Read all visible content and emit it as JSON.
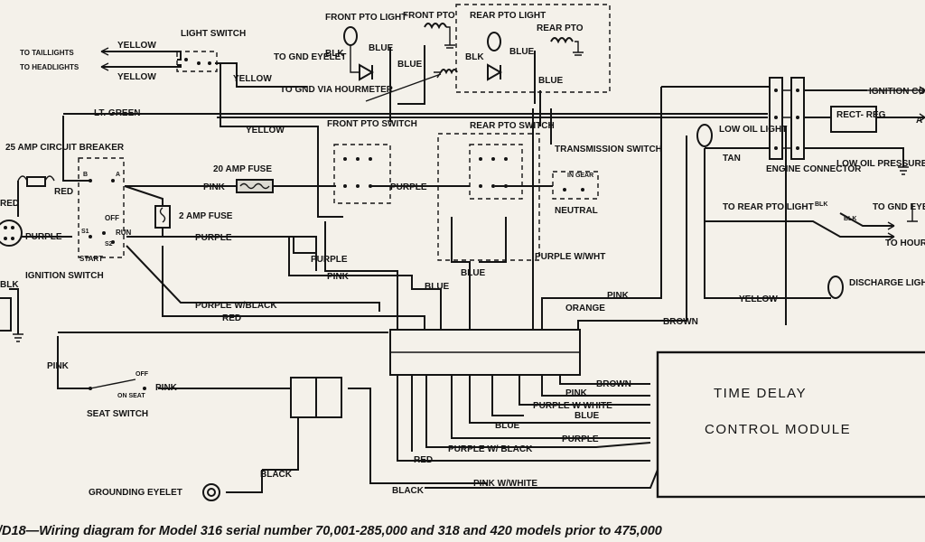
{
  "caption": "/D18—Wiring diagram for Model 316 serial number 70,001-285,000 and 318 and 420 models prior to 475,000",
  "components": {
    "light_switch": "LIGHT SWITCH",
    "front_pto_light": "FRONT PTO LIGHT",
    "front_pto": "FRONT PTO",
    "rear_pto_light": "REAR PTO LIGHT",
    "rear_pto": "REAR PTO",
    "front_pto_switch": "FRONT PTO SWITCH",
    "rear_pto_switch": "REAR PTO SWITCH",
    "transmission_switch": "TRANSMISSION SWITCH",
    "in_gear": "IN GEAR",
    "neutral": "NEUTRAL",
    "circuit_breaker": "25 AMP CIRCUIT BREAKER",
    "fuse_20": "20 AMP FUSE",
    "fuse_2": "2 AMP FUSE",
    "ignition_switch": "IGNITION SWITCH",
    "ign_b": "B",
    "ign_a": "A",
    "ign_off": "OFF",
    "ign_run": "RUN",
    "ign_start": "START",
    "ign_s1": "S1",
    "ign_s2": "S2",
    "engine_connector": "ENGINE CONNECTOR",
    "low_oil_light": "LOW OIL LIGHT",
    "low_oil_pressure_switch": "LOW OIL PRESSURE SWITCH",
    "rect_reg": "RECT- REG",
    "ignition_coil": "IGNITION COIL",
    "discharge_light": "DISCHARGE LIGHT",
    "seat_switch": "SEAT SWITCH",
    "seat_off": "OFF",
    "seat_on": "ON SEAT",
    "grounding_eyelet": "GROUNDING EYELET",
    "time_delay_line1": "TIME DELAY",
    "time_delay_line2": "CONTROL MODULE"
  },
  "labels": {
    "to_taillights": "TO TAILLIGHTS",
    "to_headlights": "TO HEADLIGHTS",
    "to_gnd_eyelet": "TO GND EYELET",
    "to_gnd_hourmeter": "TO GND VIA HOURMETER",
    "to_rear_pto_light": "TO REAR PTO LIGHT",
    "to_gnd_eyelet_right": "TO GND EYELET",
    "to_hourm": "TO HOURM",
    "a_right": "A",
    "blk_left": "BLK",
    "red_left": "RED"
  },
  "wires": {
    "yellow": "YELLOW",
    "lt_green": "LT. GREEN",
    "blk": "BLK",
    "blue": "BLUE",
    "pink": "PINK",
    "purple": "PURPLE",
    "red": "RED",
    "tan": "TAN",
    "brown": "BROWN",
    "orange": "ORANGE",
    "black": "BLACK",
    "purple_w_black": "PURPLE W/BLACK",
    "purple_w_black_2": "PURPLE W/ BLACK",
    "purple_w_wht": "PURPLE W/WHT",
    "purple_w_white": "PURPLE W WHITE",
    "pink_w_white": "PINK W/WHITE"
  }
}
